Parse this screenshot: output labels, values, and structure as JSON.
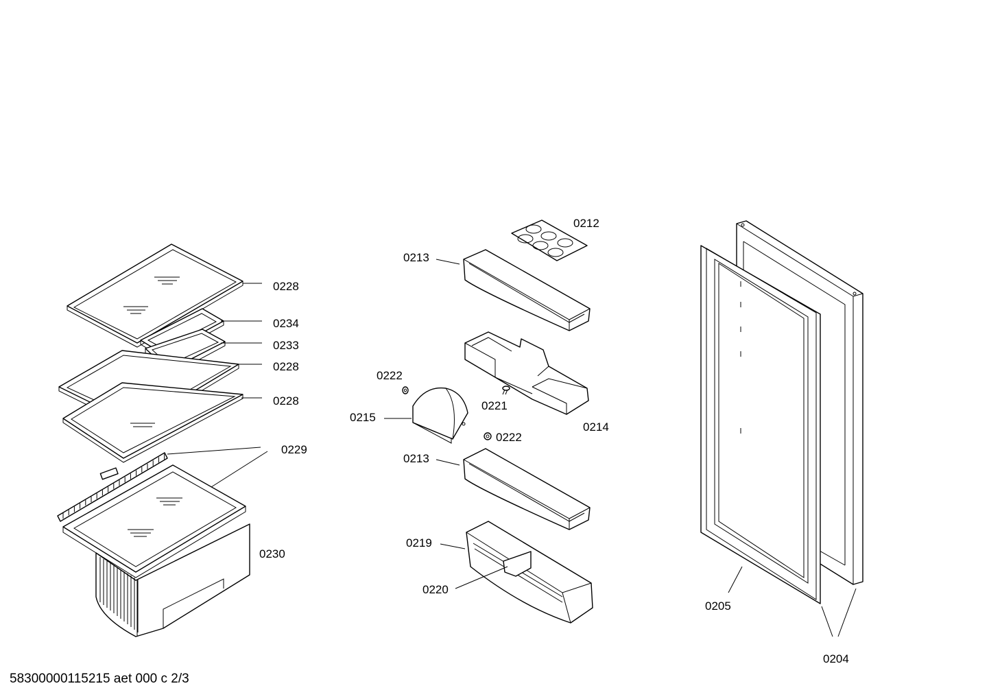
{
  "labels": {
    "p0228_a": "0228",
    "p0234": "0234",
    "p0233": "0233",
    "p0228_b": "0228",
    "p0228_c": "0228",
    "p0229": "0229",
    "p0230": "0230",
    "p0212": "0212",
    "p0213_a": "0213",
    "p0222_a": "0222",
    "p0221": "0221",
    "p0215": "0215",
    "p0214": "0214",
    "p0222_b": "0222",
    "p0213_b": "0213",
    "p0219": "0219",
    "p0220": "0220",
    "p0205": "0205",
    "p0204": "0204"
  },
  "footer": "58300000115215 aet 000 c 2/3"
}
